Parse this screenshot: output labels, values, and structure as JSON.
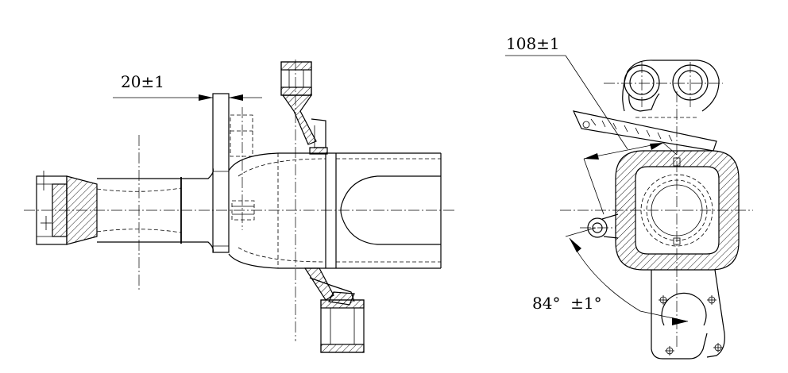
{
  "drawing": {
    "dimensions": {
      "offset": "20±1",
      "width": "108±1",
      "angle": "84°  ±1°"
    },
    "colors": {
      "line": "#000000",
      "background": "#ffffff"
    }
  }
}
